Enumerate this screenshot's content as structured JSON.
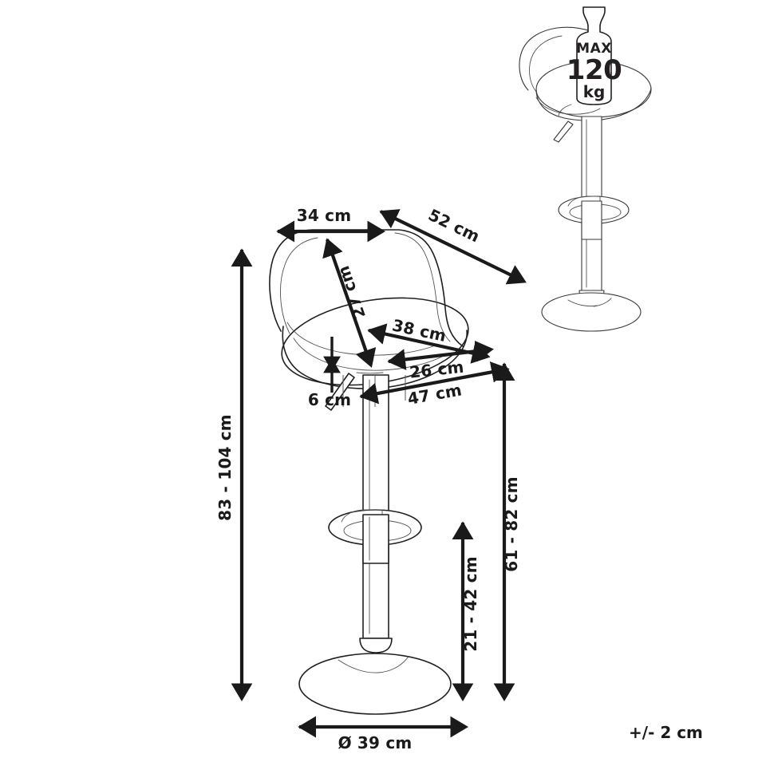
{
  "drawing": {
    "title": "Bar stool dimension drawing",
    "units": "cm",
    "tolerance_note": "+/- 2 cm"
  },
  "load_badge": {
    "name": "max-load-badge",
    "max_label": "MAX",
    "value": "120",
    "unit": "kg"
  },
  "dimensions": {
    "backrest_width": {
      "label": "34 cm",
      "value": 34,
      "unit": "cm",
      "name": "backrest-width"
    },
    "overall_depth": {
      "label": "52 cm",
      "value": 52,
      "unit": "cm",
      "name": "overall-depth"
    },
    "backrest_height": {
      "label": "27 cm",
      "value": 27,
      "unit": "cm",
      "name": "backrest-height"
    },
    "seat_diagonal": {
      "label": "38 cm",
      "value": 38,
      "unit": "cm",
      "name": "seat-diagonal"
    },
    "seat_depth": {
      "label": "26 cm",
      "value": 26,
      "unit": "cm",
      "name": "seat-depth"
    },
    "seat_thickness": {
      "label": "6 cm",
      "value": 6,
      "unit": "cm",
      "name": "seat-thickness"
    },
    "seat_width": {
      "label": "47 cm",
      "value": 47,
      "unit": "cm",
      "name": "seat-width"
    },
    "total_height": {
      "label": "83 - 104 cm",
      "min": 83,
      "max": 104,
      "unit": "cm",
      "name": "total-height"
    },
    "seat_height": {
      "label": "61 - 82 cm",
      "min": 61,
      "max": 82,
      "unit": "cm",
      "name": "seat-height"
    },
    "footrest_height": {
      "label": "21 - 42 cm",
      "min": 21,
      "max": 42,
      "unit": "cm",
      "name": "footrest-height"
    },
    "base_diameter": {
      "label": "Ø 39 cm",
      "value": 39,
      "unit": "cm",
      "name": "base-diameter"
    }
  },
  "colors": {
    "background": "#ffffff",
    "outline": "#231f20",
    "outline_light": "#55504f",
    "dimension": "#1a1a1a"
  }
}
